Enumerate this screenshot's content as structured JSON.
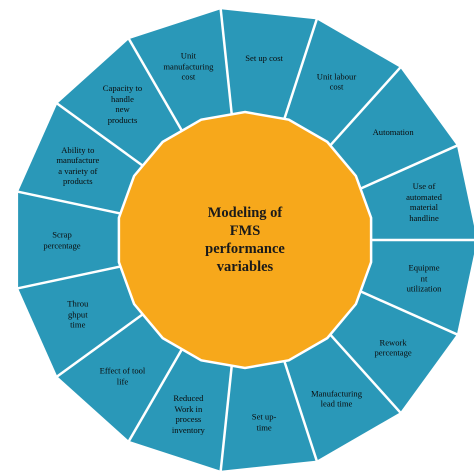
{
  "center": {
    "title": "Modeling of\nFMS\nperformance\nvariables"
  },
  "segments": [
    "Set up cost",
    "Unit labour\ncost",
    "Automation",
    "Use of\nautomated\nmaterial\nhandline",
    "Equipme\nnt\nutilization",
    "Rework\npercentage",
    "Manufacturing\nlead time",
    "Set up-\ntime",
    "Reduced\nWork in\nprocess\ninventory",
    "Effect of tool\nlife",
    "Throu\nghput\ntime",
    "Scrap\npercentage",
    "Ability to\nmanufacture\na variety of\nproducts",
    "Capacity to\nhandle\nnew\nproducts",
    "Unit\nmanufacturing\ncost"
  ],
  "colors": {
    "ring": "#2a98b8",
    "center": "#f7a81b",
    "divider": "#ffffff",
    "background": "#ffffff"
  }
}
